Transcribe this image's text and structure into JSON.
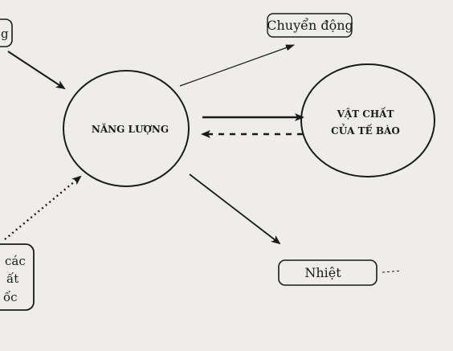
{
  "nodes": {
    "energy": {
      "label": "NĂNG LƯỢNG"
    },
    "cell_matter": {
      "line1": "VẬT CHẤT",
      "line2": "CỦA TẾ BÀO"
    },
    "motion": {
      "label": "Chuyển động"
    },
    "heat": {
      "label": "Nhiệt"
    },
    "left_top_fragment": {
      "label": "g"
    },
    "left_bottom_fragment": {
      "line1": "các",
      "line2": "ất",
      "line3": "ốc"
    }
  },
  "edges": [
    {
      "from": "left_top_fragment",
      "to": "energy",
      "style": "solid"
    },
    {
      "from": "left_bottom_fragment",
      "to": "energy",
      "style": "dotted"
    },
    {
      "from": "energy",
      "to": "motion",
      "style": "solid"
    },
    {
      "from": "energy",
      "to": "cell_matter",
      "style": "solid"
    },
    {
      "from": "cell_matter",
      "to": "energy",
      "style": "dashed"
    },
    {
      "from": "energy",
      "to": "heat",
      "style": "solid"
    }
  ]
}
